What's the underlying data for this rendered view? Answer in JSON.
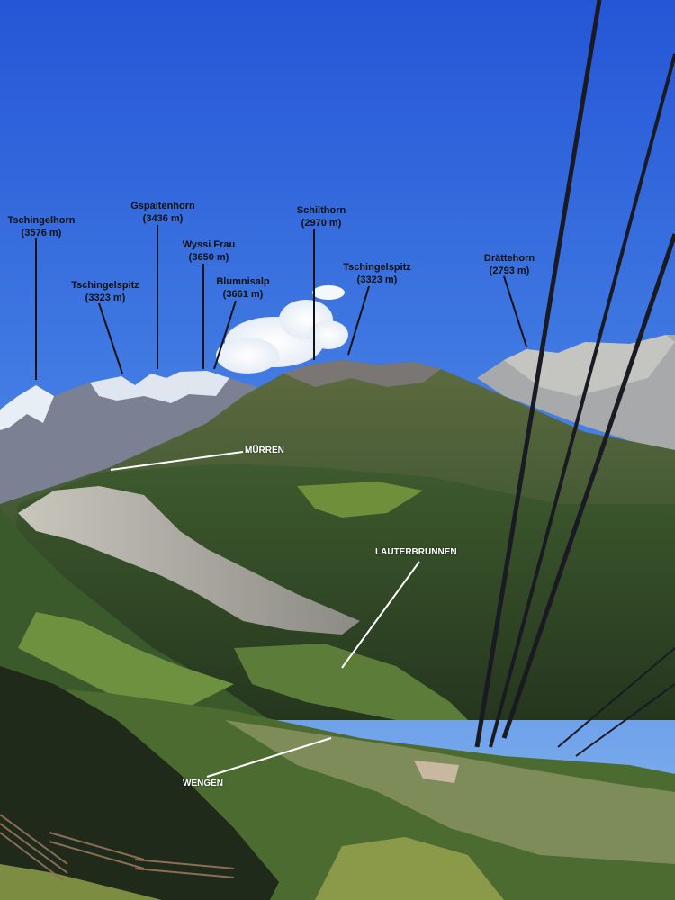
{
  "peaks": [
    {
      "name": "Tschingelhorn",
      "elevation": "(3576 m)"
    },
    {
      "name": "Gspaltenhorn",
      "elevation": "(3436 m)"
    },
    {
      "name": "Tschingelspitz",
      "elevation": "(3323 m)"
    },
    {
      "name": "Wyssi Frau",
      "elevation": "(3650 m)"
    },
    {
      "name": "Blumnisalp",
      "elevation": "(3661 m)"
    },
    {
      "name": "Schilthorn",
      "elevation": "(2970 m)"
    },
    {
      "name": "Tschingelspitz",
      "elevation": "(3323 m)"
    },
    {
      "name": "Drättehorn",
      "elevation": "(2793 m)"
    }
  ],
  "places": {
    "murren": "MÜRREN",
    "lauterbrunnen": "LAUTERBRUNNEN",
    "wengen": "WENGEN"
  },
  "colors": {
    "sky_top": "#2a5bd8",
    "sky_bottom": "#6fa6ea",
    "snow": "#e8eef6",
    "rock": "#8a8f99",
    "forest": "#2d4a2a",
    "meadow": "#6f8f3a",
    "cable": "#1a1a22"
  }
}
